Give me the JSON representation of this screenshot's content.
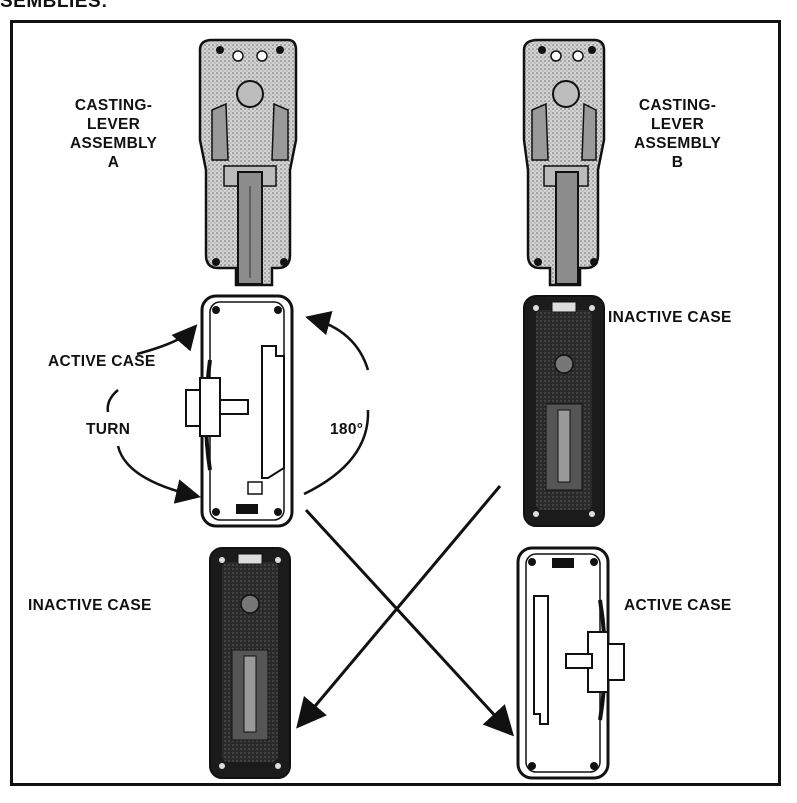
{
  "heading": "SEMBLIES:",
  "labels": {
    "assembly_a": [
      "CASTING-",
      "LEVER",
      "ASSEMBLY",
      "A"
    ],
    "assembly_b": [
      "CASTING-",
      "LEVER",
      "ASSEMBLY",
      "B"
    ],
    "inactive_case_top_right": "INACTIVE CASE",
    "active_case_mid_left": "ACTIVE CASE",
    "turn": "TURN",
    "degrees": "180°",
    "inactive_case_bottom_left": "INACTIVE CASE",
    "active_case_bottom_right": "ACTIVE CASE"
  }
}
